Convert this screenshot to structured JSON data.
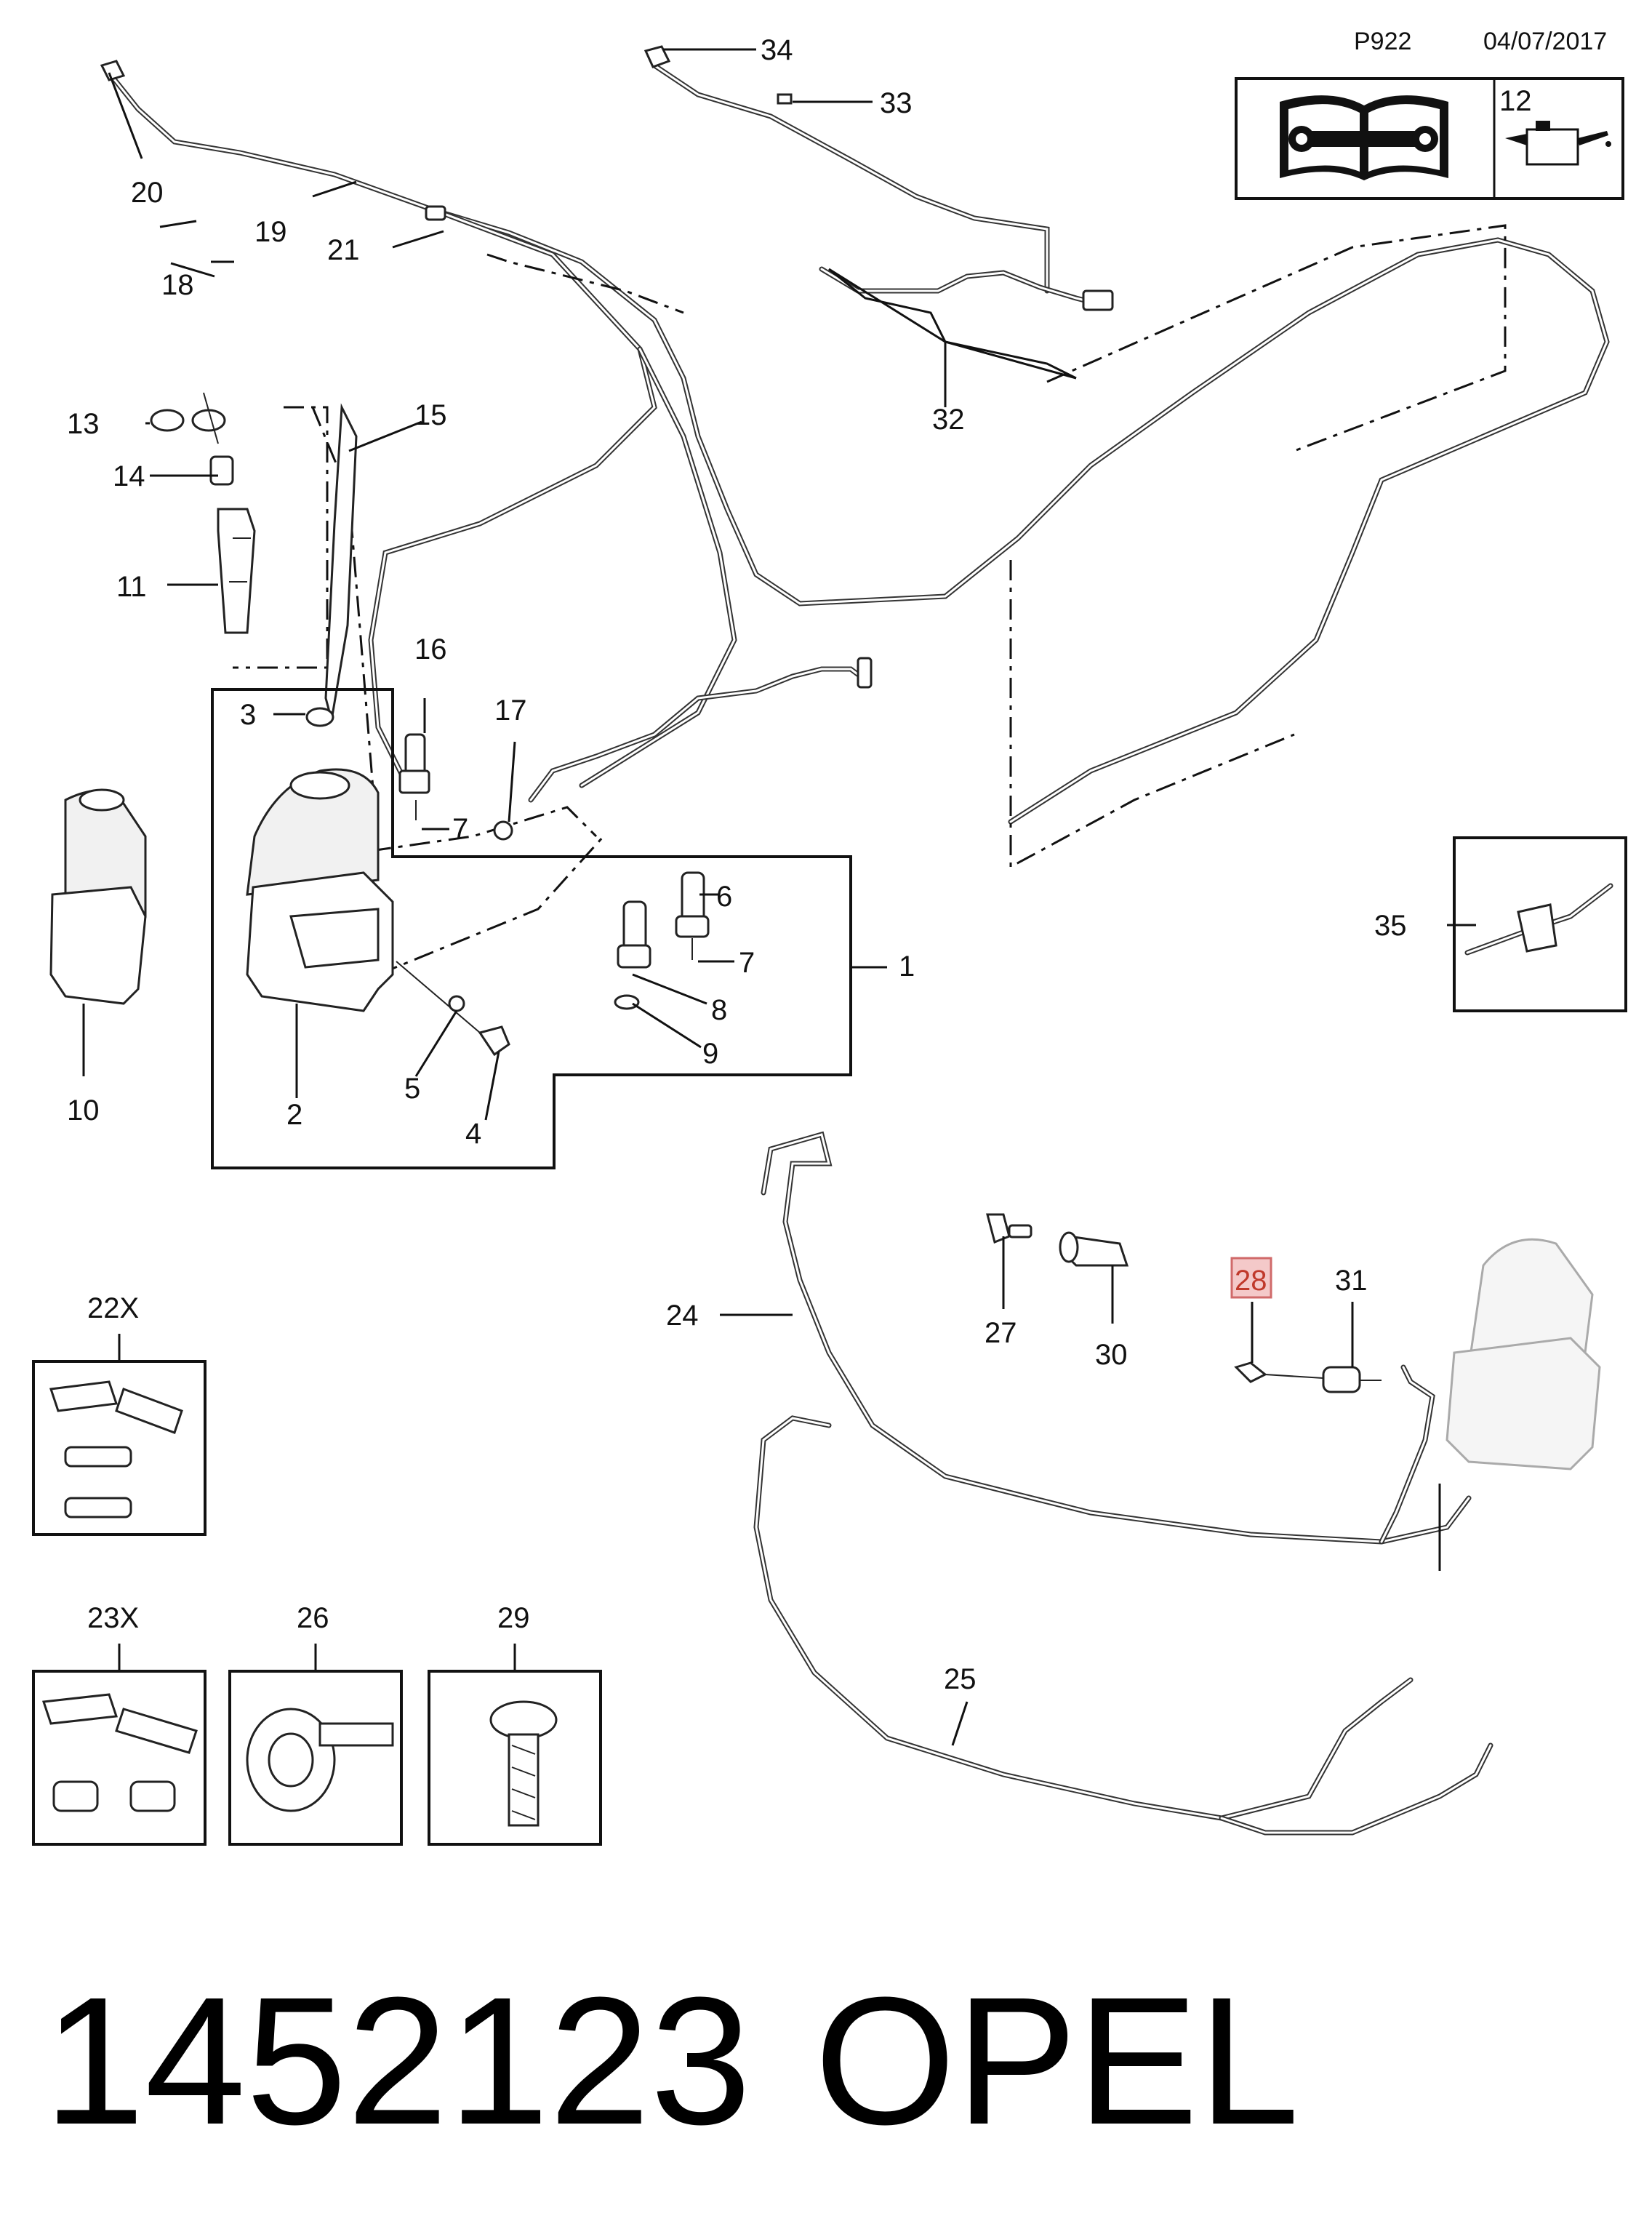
{
  "header": {
    "code": "P922",
    "date": "04/07/2017"
  },
  "legend": {
    "repair_manual_icon": "repair-manual-icon",
    "oil_can_label": "12",
    "oil_can_icon": "oil-can-icon"
  },
  "callouts": {
    "c1": "1",
    "c2": "2",
    "c3": "3",
    "c4": "4",
    "c5": "5",
    "c6": "6",
    "c7a": "7",
    "c7b": "7",
    "c8": "8",
    "c9": "9",
    "c10": "10",
    "c11": "11",
    "c13": "13",
    "c14": "14",
    "c15": "15",
    "c16": "16",
    "c17": "17",
    "c18": "18",
    "c19": "19",
    "c20": "20",
    "c21": "21",
    "c22x": "22X",
    "c23x": "23X",
    "c24": "24",
    "c25": "25",
    "c26": "26",
    "c27": "27",
    "c28": "28",
    "c29": "29",
    "c30": "30",
    "c31": "31",
    "c32": "32",
    "c33": "33",
    "c34": "34",
    "c35": "35"
  },
  "highlight": {
    "part": "28",
    "color": "#f4c9c9"
  },
  "footer": {
    "part_number": "1452123",
    "brand": "OPEL"
  }
}
